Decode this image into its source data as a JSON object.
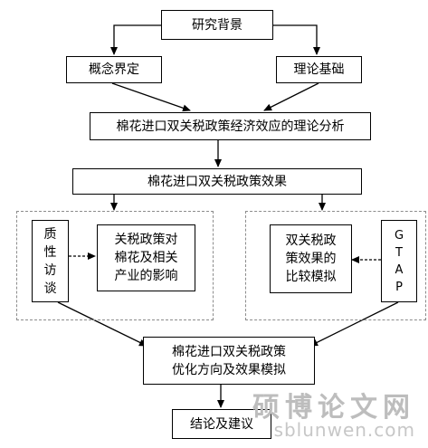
{
  "nodes": {
    "research_background": "研究背景",
    "concept_definition": "概念界定",
    "theory_basis": "理论基础",
    "theory_analysis": "棉花进口双关税政策经济效应的理论分析",
    "policy_effect": "棉花进口双关税政策效果",
    "qualitative_interview": [
      "质",
      "性",
      "访",
      "谈"
    ],
    "impact_line1": "关税政策对",
    "impact_line2": "棉花及相关",
    "impact_line3": "产业的影响",
    "compare_line1": "双关税政",
    "compare_line2": "策效果的",
    "compare_line3": "比较模拟",
    "gtap": [
      "G",
      "T",
      "A",
      "P"
    ],
    "optimize_line1": "棉花进口双关税政策",
    "optimize_line2": "优化方向及效果模拟",
    "conclusion": "结论及建议"
  },
  "watermark": {
    "title": "硕博论文网",
    "url": "sblunwen.com"
  }
}
